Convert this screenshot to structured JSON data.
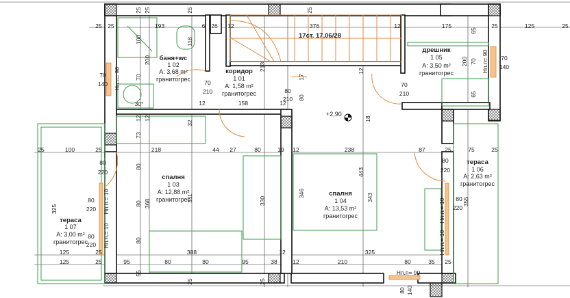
{
  "rooms": [
    {
      "name": "баня+wc",
      "number": "1 02",
      "area": "A: 3,68 m²",
      "floor": "гранитогрес"
    },
    {
      "name": "коридор",
      "number": "1 01",
      "area": "A: 1,58 m²",
      "floor": "гранитогрес"
    },
    {
      "name": "дрешник",
      "number": "1 05",
      "area": "A: 3,50 m²",
      "floor": "гранитогрес"
    },
    {
      "name": "спалня",
      "number": "1 03",
      "area": "A: 12,88 m²",
      "floor": "гранитогрес"
    },
    {
      "name": "спалня",
      "number": "1 04",
      "area": "A: 13,53 m²",
      "floor": "гранитогрес"
    },
    {
      "name": "тераса",
      "number": "1 06",
      "area": "A: 2,63 m²",
      "floor": "гранитогрес"
    },
    {
      "name": "тераса",
      "number": "1 07",
      "area": "A: 3,00 m²",
      "floor": "гранитогрес"
    }
  ],
  "stair_label": "17ст. 17,06/28",
  "level_mark": "+2,90",
  "colors": {
    "walls": "#111111",
    "furniture": "#3a9a4a",
    "doors_stairs": "#e08a3c"
  },
  "dims": [
    "25",
    "25",
    "193",
    "6",
    "26",
    "12",
    "25",
    "25",
    "376",
    "12",
    "175",
    "25",
    "125",
    "25",
    "25",
    "25",
    "100",
    "200",
    "70",
    "118",
    "213",
    "158",
    "12",
    "12",
    "32",
    "73",
    "12",
    "12",
    "70",
    "140",
    "Нп.п= 90",
    "70",
    "210",
    "80",
    "210",
    "70",
    "210",
    "12",
    "17",
    "80",
    "18",
    "65",
    "70",
    "65",
    "200",
    "Нп.п= 90",
    "70",
    "140",
    "25",
    "100",
    "25",
    "218",
    "44",
    "27",
    "80",
    "19",
    "12",
    "238",
    "87",
    "25",
    "75",
    "25",
    "80",
    "220",
    "80",
    "220",
    "80",
    "220",
    "Нп.п.= 10",
    "Нп.п.= 10",
    "325",
    "80",
    "80",
    "80",
    "368",
    "311",
    "330",
    "346",
    "443",
    "343",
    "80",
    "220",
    "80",
    "220",
    "Нп.п.= 10",
    "Нп.п.= 10",
    "355",
    "125",
    "25",
    "388",
    "12",
    "125",
    "25",
    "95",
    "80",
    "80",
    "95",
    "38",
    "12",
    "210",
    "80",
    "35",
    "25",
    "325",
    "55",
    "25",
    "25",
    "Нп.п= 90",
    "80",
    "140",
    "30°"
  ]
}
